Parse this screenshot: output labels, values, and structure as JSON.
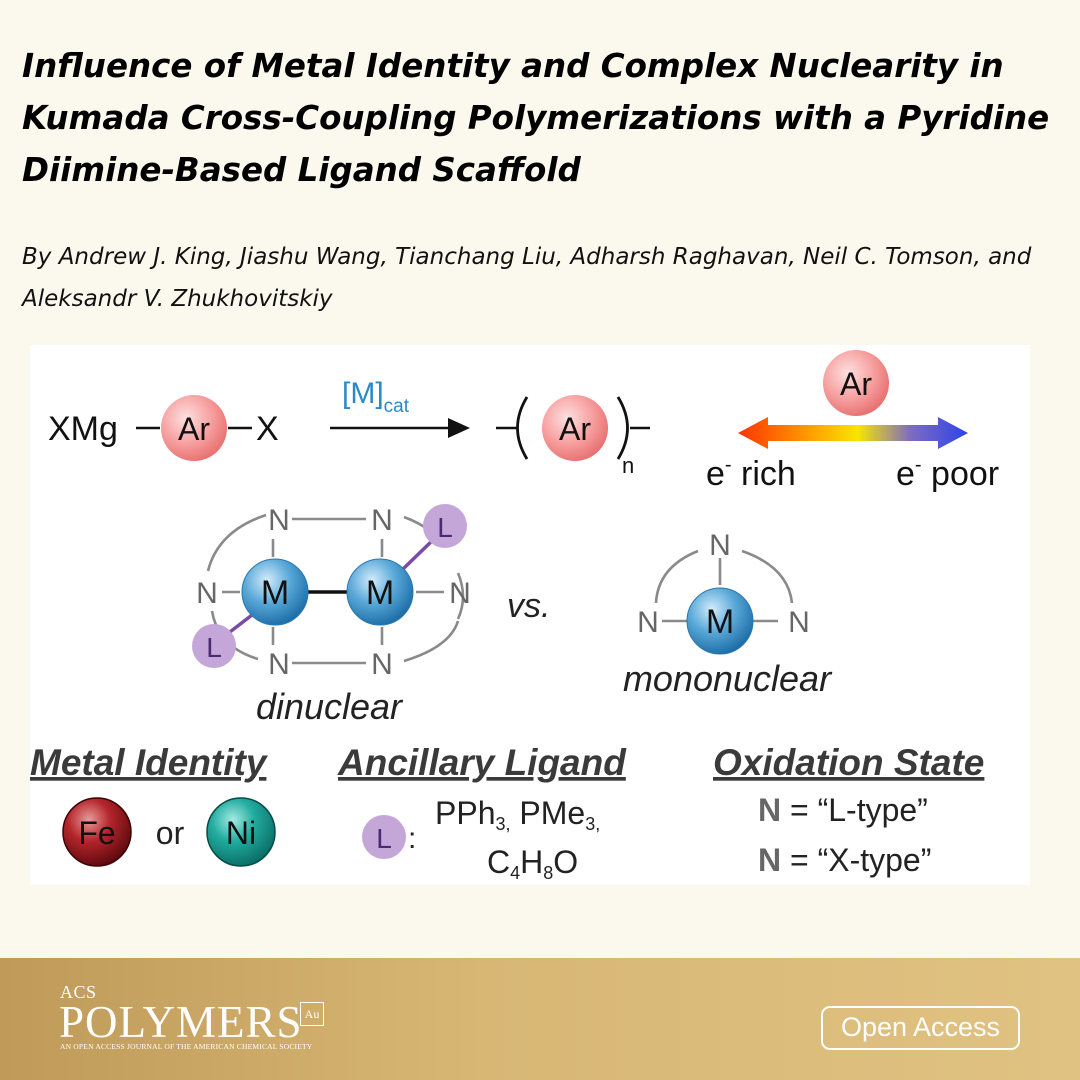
{
  "title": "Influence of Metal Identity and Complex Nuclearity in Kumada Cross-Coupling Polymerizations with a Pyridine Diimine-Based Ligand Scaffold",
  "authors": "By Andrew J. King, Jiashu Wang, Tianchang Liu, Adharsh Raghavan, Neil C. Tomson, and Aleksandr V. Zhukhovitskiy",
  "graphic": {
    "reaction": {
      "monomer_prefix": "XMg",
      "ar": "Ar",
      "x": "X",
      "catalyst_main": "[M]",
      "catalyst_sub": "cat",
      "repeat_n": "n"
    },
    "electron_scale": {
      "ar": "Ar",
      "rich_e": "e",
      "rich_sup": "-",
      "rich_word": " rich",
      "poor_e": "e",
      "poor_sup": "-",
      "poor_word": " poor"
    },
    "dinuclear": {
      "metal": "M",
      "n": "N",
      "l": "L",
      "caption": "dinuclear"
    },
    "vs": "vs.",
    "mononuclear": {
      "metal": "M",
      "n": "N",
      "caption": "mononuclear"
    },
    "sections": {
      "metal_identity": {
        "heading": "Metal Identity",
        "fe": "Fe",
        "or": "or",
        "ni": "Ni"
      },
      "ancillary_ligand": {
        "heading": "Ancillary Ligand",
        "l": "L",
        "colon": ":",
        "line1": "PPh",
        "line1_sub1": "3,",
        "line1_mid": " PMe",
        "line1_sub2": "3,",
        "line2_c": "C",
        "line2_sub1": "4",
        "line2_h": "H",
        "line2_sub2": "8",
        "line2_o": "O"
      },
      "oxidation_state": {
        "heading": "Oxidation State",
        "n": "N",
        "l_type": " = “L-type”",
        "x_type": " = “X-type”"
      }
    }
  },
  "footer": {
    "logo_acs": "ACS",
    "logo_main": "POLYMERS",
    "logo_au": "Au",
    "logo_sub": "AN OPEN ACCESS JOURNAL OF THE AMERICAN CHEMICAL SOCIETY",
    "open_access": "Open Access"
  },
  "colors": {
    "background": "#fbf8ee",
    "footer_gold": "#d8b775",
    "ar_bubble": "#f58f8f",
    "metal_blue": "#3e92c8",
    "ligand_purple": "#c5a6d9",
    "fe_red": "#8b1418",
    "ni_teal": "#12a095",
    "catalyst_text": "#2a8ac8"
  },
  "icons": {
    "open_access": "open-access-badge"
  }
}
